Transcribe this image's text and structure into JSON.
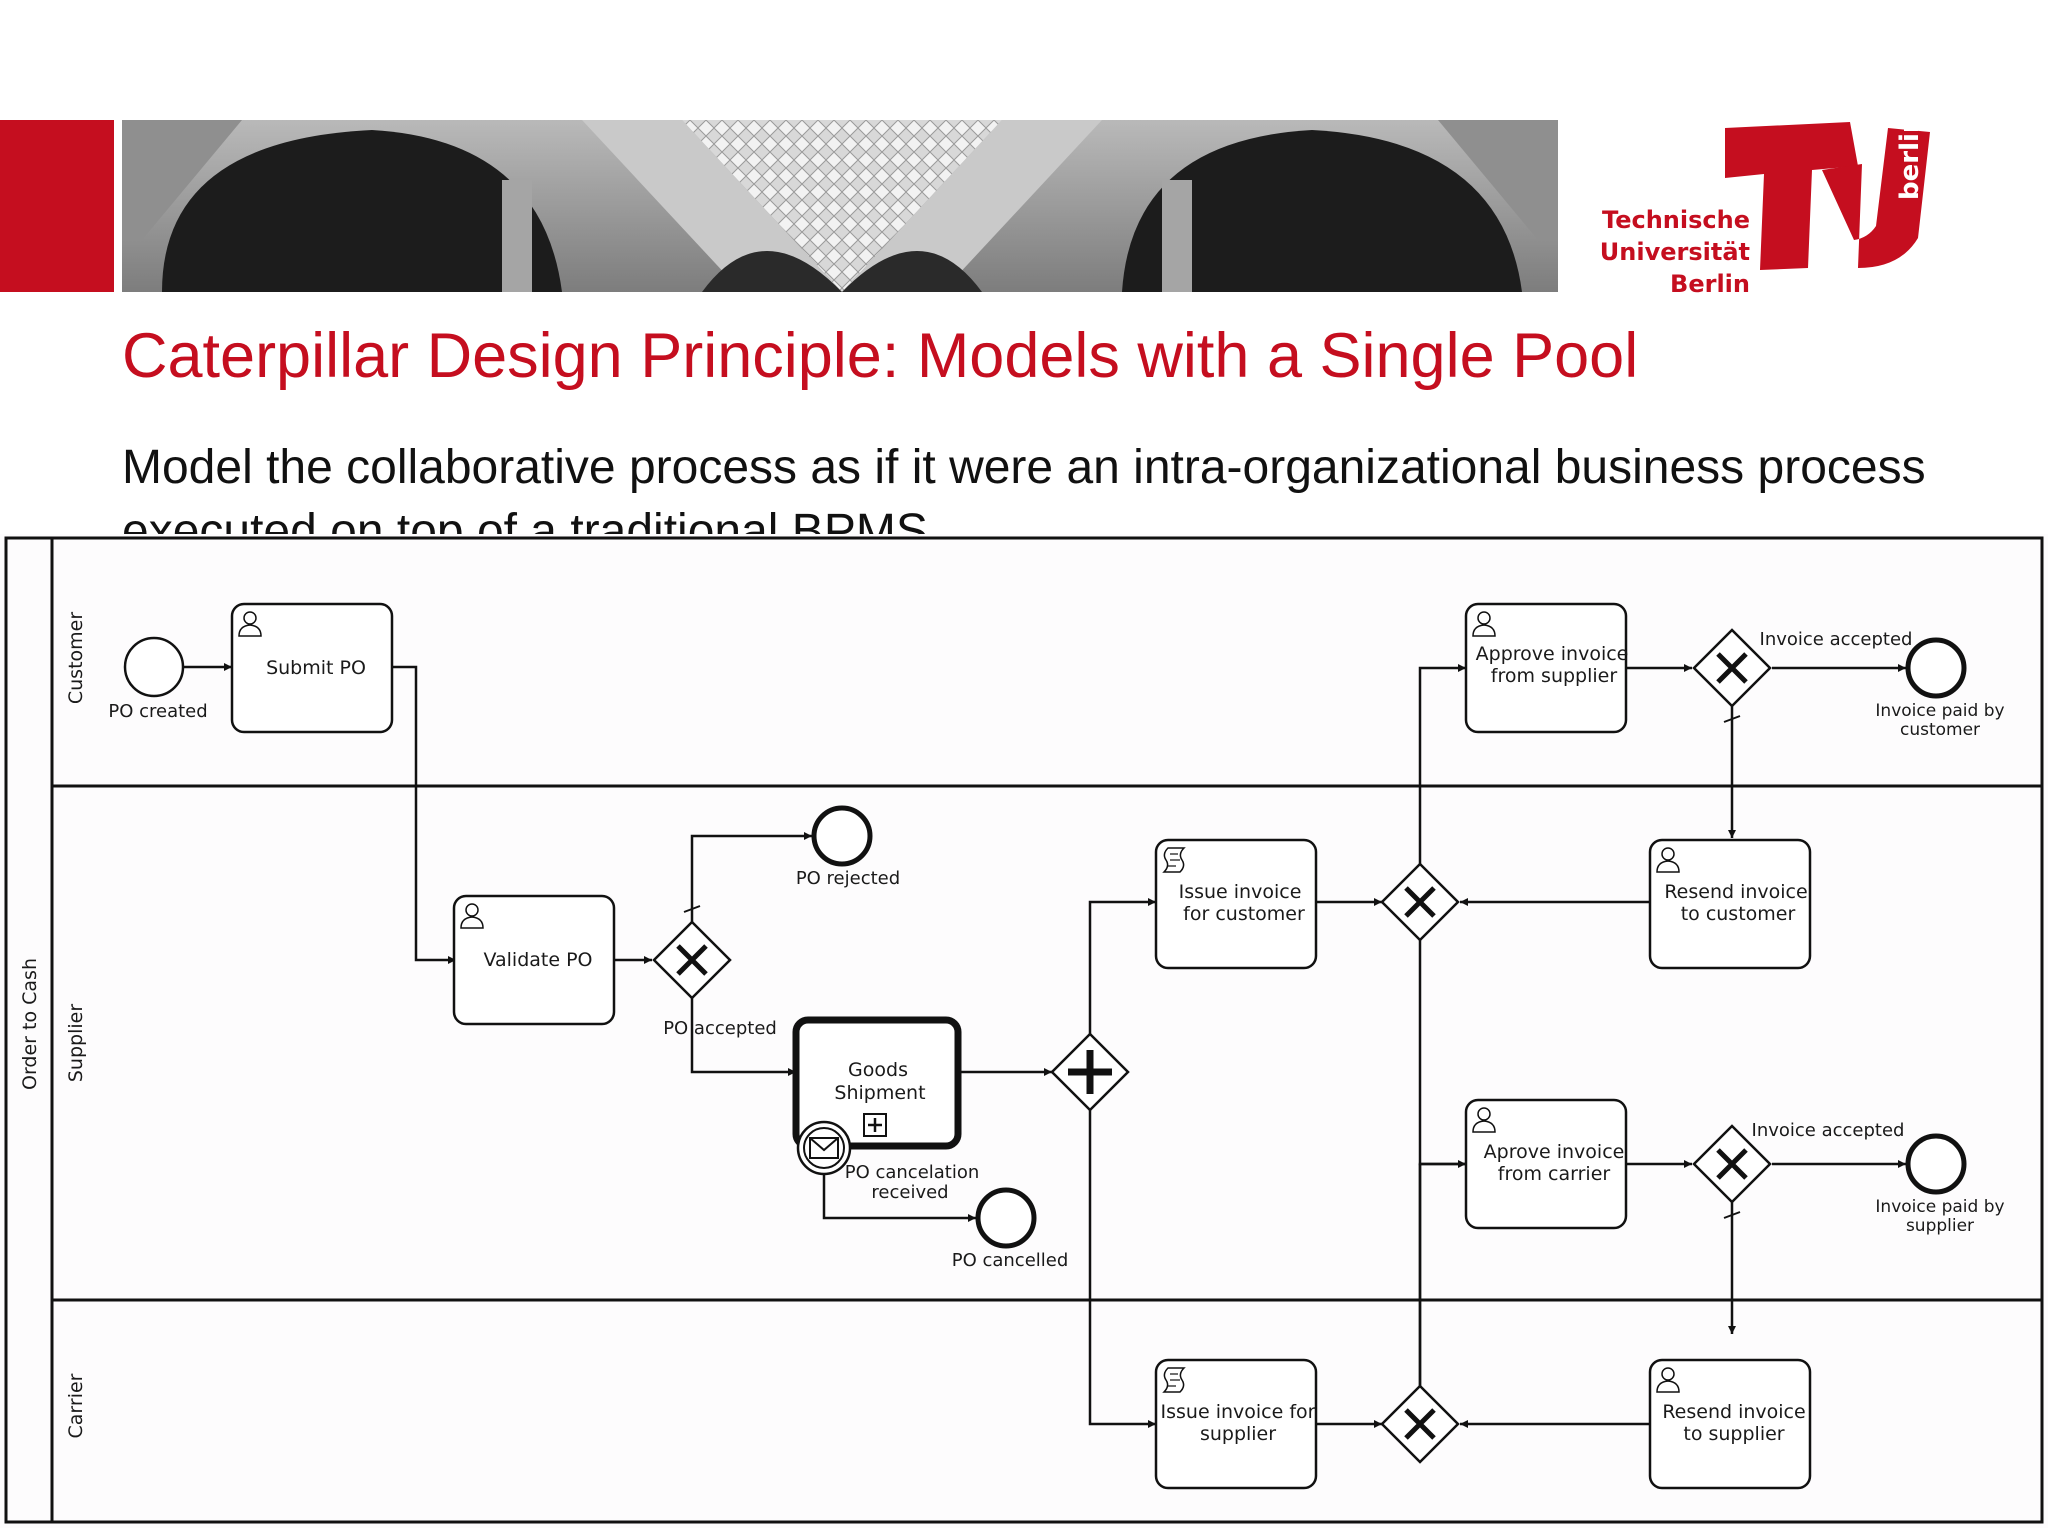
{
  "header": {
    "logo_lines": [
      "Technische",
      "Universität",
      "Berlin"
    ],
    "logo_tag": "berlin",
    "colors": {
      "brand_red": "#c50e1f"
    }
  },
  "slide": {
    "title": "Caterpillar Design Principle: Models with a Single Pool",
    "subtitle": "Model the collaborative process as if it were an intra-organizational business process executed on top of a traditional BPMS"
  },
  "diagram": {
    "pool": "Order to Cash",
    "lanes": {
      "customer": "Customer",
      "supplier": "Supplier",
      "carrier": "Carrier"
    },
    "tasks": {
      "submit_po": [
        "Submit PO"
      ],
      "validate_po": [
        "Validate PO"
      ],
      "goods_shipment": [
        "Goods",
        "Shipment"
      ],
      "issue_invoice_customer": [
        "Issue invoice",
        "for customer"
      ],
      "approve_invoice_supplier": [
        "Approve invoice",
        "from supplier"
      ],
      "resend_invoice_customer": [
        "Resend invoice",
        "to customer"
      ],
      "aprove_invoice_carrier": [
        "Aprove invoice",
        "from carrier"
      ],
      "issue_invoice_supplier": [
        "Issue invoice for",
        "supplier"
      ],
      "resend_invoice_supplier": [
        "Resend invoice",
        "to supplier"
      ]
    },
    "events": {
      "po_created": [
        "PO created"
      ],
      "po_rejected": [
        "PO rejected"
      ],
      "po_cancelation_received": [
        "PO cancelation",
        "received"
      ],
      "po_cancelled": [
        "PO cancelled"
      ],
      "invoice_paid_customer": [
        "Invoice paid by",
        "customer"
      ],
      "invoice_paid_supplier": [
        "Invoice paid by",
        "supplier"
      ]
    },
    "flow_labels": {
      "po_accepted": "PO accepted",
      "invoice_accepted_customer": "Invoice accepted",
      "invoice_accepted_supplier": "Invoice accepted"
    }
  }
}
